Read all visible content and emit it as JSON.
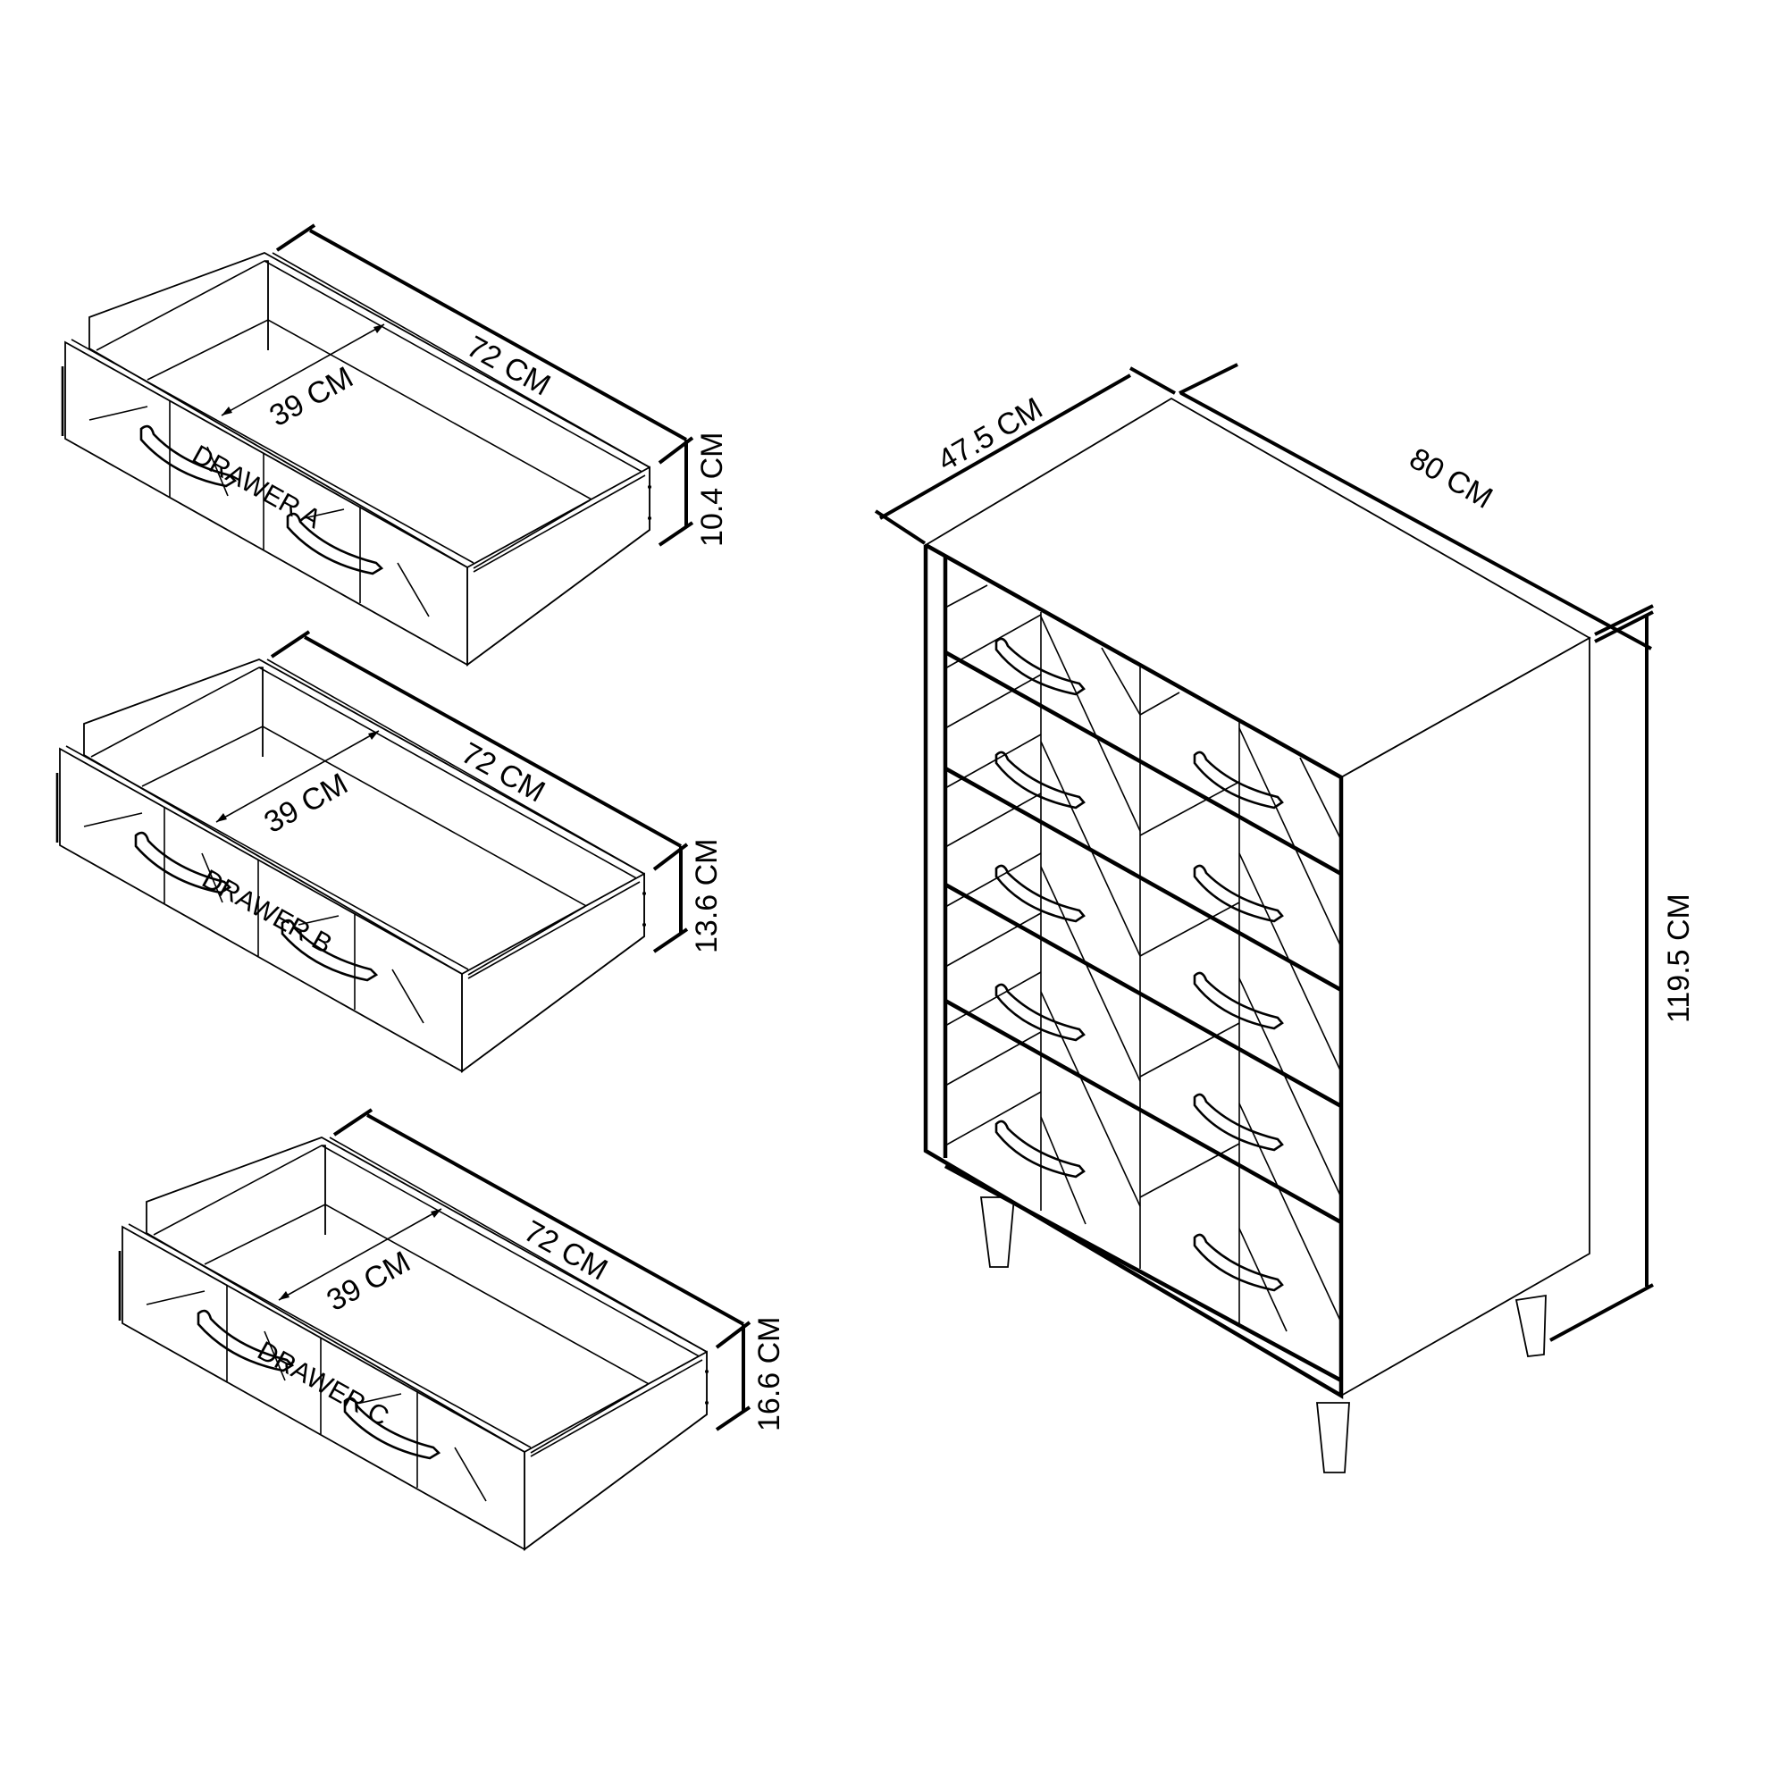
{
  "diagram": {
    "type": "furniture-dimension-drawing",
    "background": "#ffffff",
    "line_color": "#000000",
    "unit": "CM",
    "drawers": [
      {
        "name": "DRAWER A",
        "width": "72 CM",
        "depth": "39 CM",
        "height": "10.4 CM"
      },
      {
        "name": "DRAWER B",
        "width": "72 CM",
        "depth": "39 CM",
        "height": "13.6 CM"
      },
      {
        "name": "DRAWER C",
        "width": "72 CM",
        "depth": "39 CM",
        "height": "16.6 CM"
      }
    ],
    "chest": {
      "depth": "47.5 CM",
      "width": "80 CM",
      "height": "119.5 CM",
      "drawer_count": 5,
      "handles_per_drawer": 2,
      "legs": 4
    }
  }
}
